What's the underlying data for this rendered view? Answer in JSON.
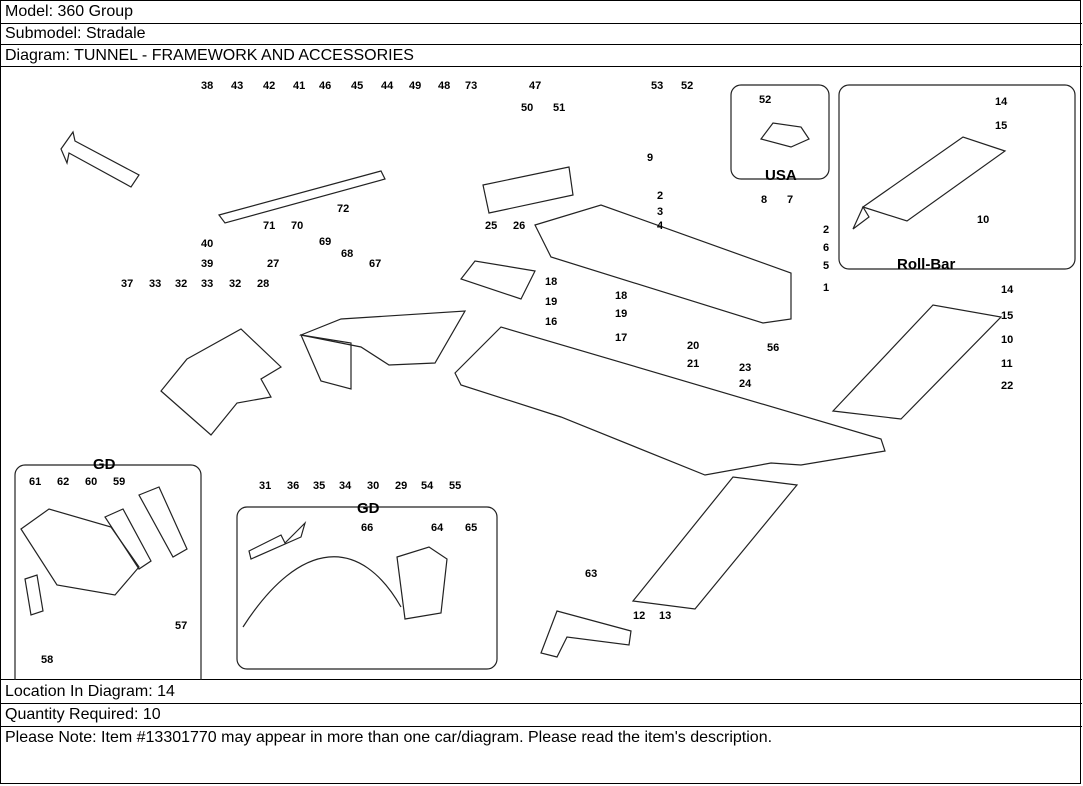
{
  "header": {
    "model": "Model: 360 Group",
    "submodel": "Submodel: Stradale",
    "diagram": "Diagram: TUNNEL - FRAMEWORK AND ACCESSORIES"
  },
  "diagram_labels": {
    "usa": "USA",
    "roll_bar": "Roll-Bar",
    "gd_left": "GD",
    "gd_center": "GD"
  },
  "part_numbers": [
    "38",
    "43",
    "42",
    "41",
    "46",
    "45",
    "44",
    "49",
    "48",
    "73",
    "47",
    "50",
    "51",
    "53",
    "52",
    "52",
    "14",
    "15",
    "10",
    "9",
    "2",
    "3",
    "4",
    "8",
    "7",
    "2",
    "6",
    "5",
    "1",
    "72",
    "40",
    "39",
    "71",
    "70",
    "69",
    "68",
    "67",
    "25",
    "26",
    "27",
    "28",
    "37",
    "33",
    "32",
    "33",
    "32",
    "18",
    "19",
    "16",
    "17",
    "18",
    "19",
    "20",
    "21",
    "23",
    "24",
    "56",
    "14",
    "15",
    "10",
    "11",
    "22",
    "31",
    "36",
    "35",
    "34",
    "30",
    "29",
    "54",
    "55",
    "61",
    "62",
    "60",
    "59",
    "66",
    "64",
    "65",
    "57",
    "58",
    "63",
    "12",
    "13"
  ],
  "footer": {
    "location": "Location In Diagram: 14",
    "quantity": "Quantity Required: 10",
    "note": "Please Note: Item #13301770 may appear in more than one car/diagram. Please read the item's description."
  }
}
